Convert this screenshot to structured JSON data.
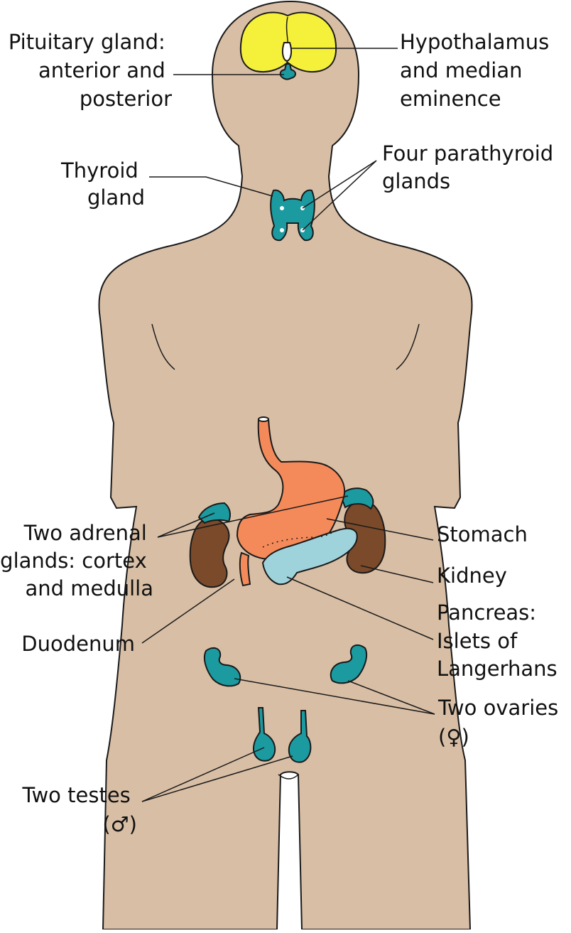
{
  "labels": {
    "pituitary": [
      "Pituitary gland:",
      "anterior and",
      "posterior"
    ],
    "hypothalamus": [
      "Hypothalamus",
      "and median",
      "eminence"
    ],
    "thyroid": [
      "Thyroid",
      "gland"
    ],
    "parathyroid": [
      "Four parathyroid",
      "glands"
    ],
    "adrenal": [
      "Two adrenal",
      "glands: cortex",
      "and medulla"
    ],
    "stomach": [
      "Stomach"
    ],
    "kidney": [
      "Kidney"
    ],
    "pancreas": [
      "Pancreas:",
      "Islets of",
      "Langerhans"
    ],
    "duodenum": [
      "Duodenum"
    ],
    "ovaries": [
      "Two ovaries",
      "(♀)"
    ],
    "testes": [
      "Two testes",
      "(♂)"
    ]
  },
  "colors": {
    "skin": "#d8bea5",
    "brain": "#f5f03a",
    "gland": "#1b9aa0",
    "stomach": "#f48a5a",
    "kidney": "#7a4a2a",
    "pancreas": "#9fd3dc",
    "outline": "#1a1a1a"
  }
}
